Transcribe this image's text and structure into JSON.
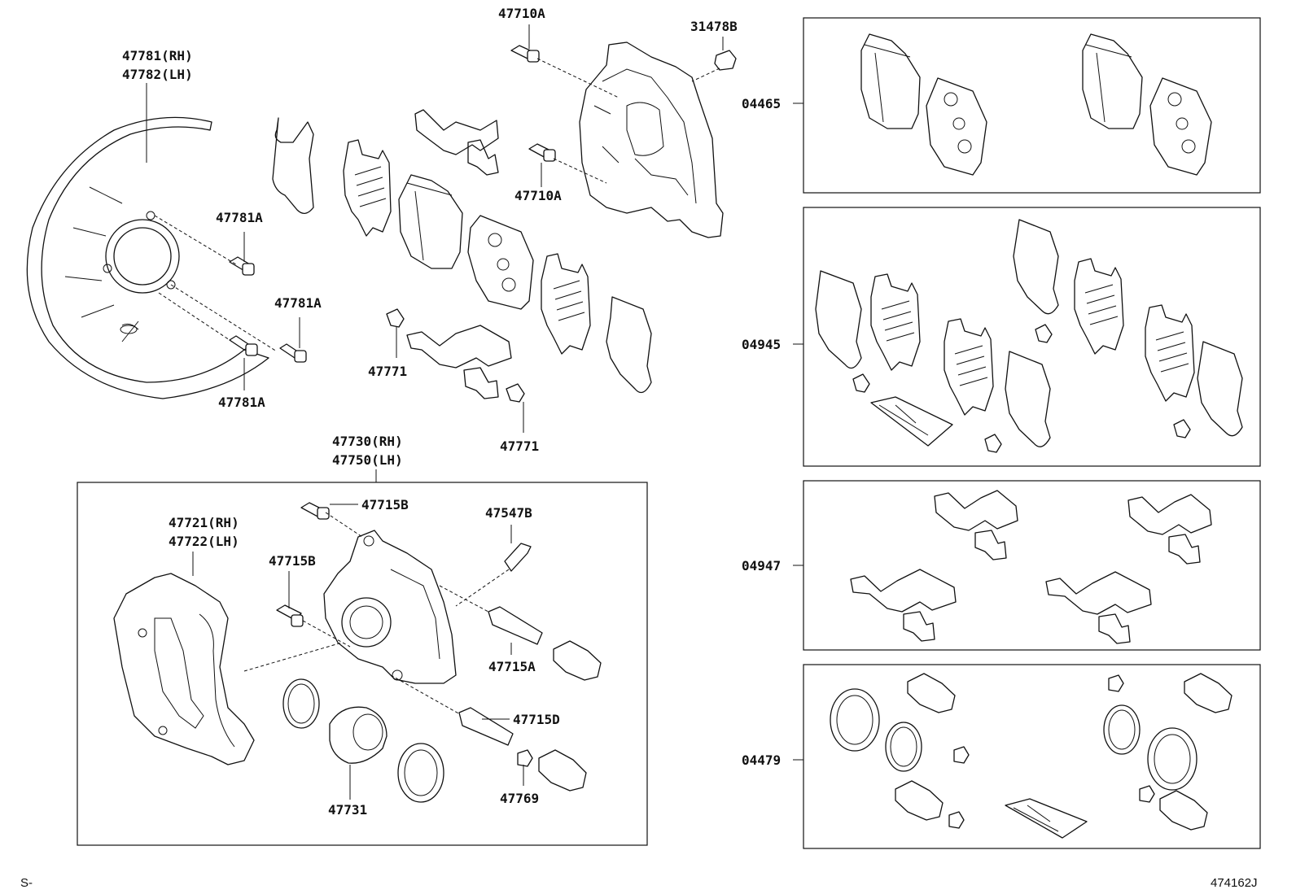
{
  "labels": {
    "p47781": "47781(RH)",
    "p47782": "47782(LH)",
    "p47781a_1": "47781A",
    "p47781a_2": "47781A",
    "p47781a_3": "47781A",
    "p47710a_top": "47710A",
    "p47710a_mid": "47710A",
    "p31478b": "31478B",
    "p47771_left": "47771",
    "p47771_right": "47771",
    "p47730": "47730(RH)",
    "p47750": "47750(LH)",
    "p47721": "47721(RH)",
    "p47722": "47722(LH)",
    "p47715b_top": "47715B",
    "p47715b_left": "47715B",
    "p47547b": "47547B",
    "p47715a": "47715A",
    "p47715d": "47715D",
    "p47731": "47731",
    "p47769": "47769",
    "p04465": "04465",
    "p04945": "04945",
    "p04947": "04947",
    "p04479": "04479"
  },
  "footer": {
    "left": "S-",
    "right": "474162J"
  }
}
